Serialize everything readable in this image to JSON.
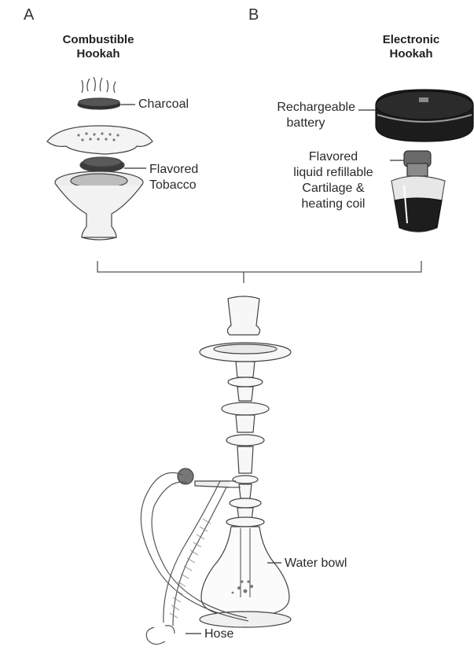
{
  "panel_a": {
    "letter": "A",
    "title_line1": "Combustible",
    "title_line2": "Hookah",
    "labels": {
      "charcoal": "Charcoal",
      "tobacco_line1": "Flavored",
      "tobacco_line2": "Tobacco"
    },
    "icons": [
      "charcoal-icon",
      "foil-icon",
      "tobacco-icon",
      "bowl-icon"
    ]
  },
  "panel_b": {
    "letter": "B",
    "title_line1": "Electronic",
    "title_line2": "Hookah",
    "labels": {
      "battery_line1": "Rechargeable",
      "battery_line2": "battery",
      "liquid_line1": "Flavored",
      "liquid_line2": "liquid refillable",
      "liquid_line3": "Cartilage &",
      "liquid_line4": "heating coil"
    },
    "icons": [
      "battery-icon",
      "cartridge-icon"
    ]
  },
  "hookah": {
    "labels": {
      "water_bowl": "Water bowl",
      "hose": "Hose"
    },
    "icons": [
      "hookah-icon",
      "hose-icon",
      "water-bowl-icon"
    ]
  },
  "colors": {
    "text": "#2a2a2a",
    "line": "#444444",
    "dark_device": "#1c1c1c"
  }
}
